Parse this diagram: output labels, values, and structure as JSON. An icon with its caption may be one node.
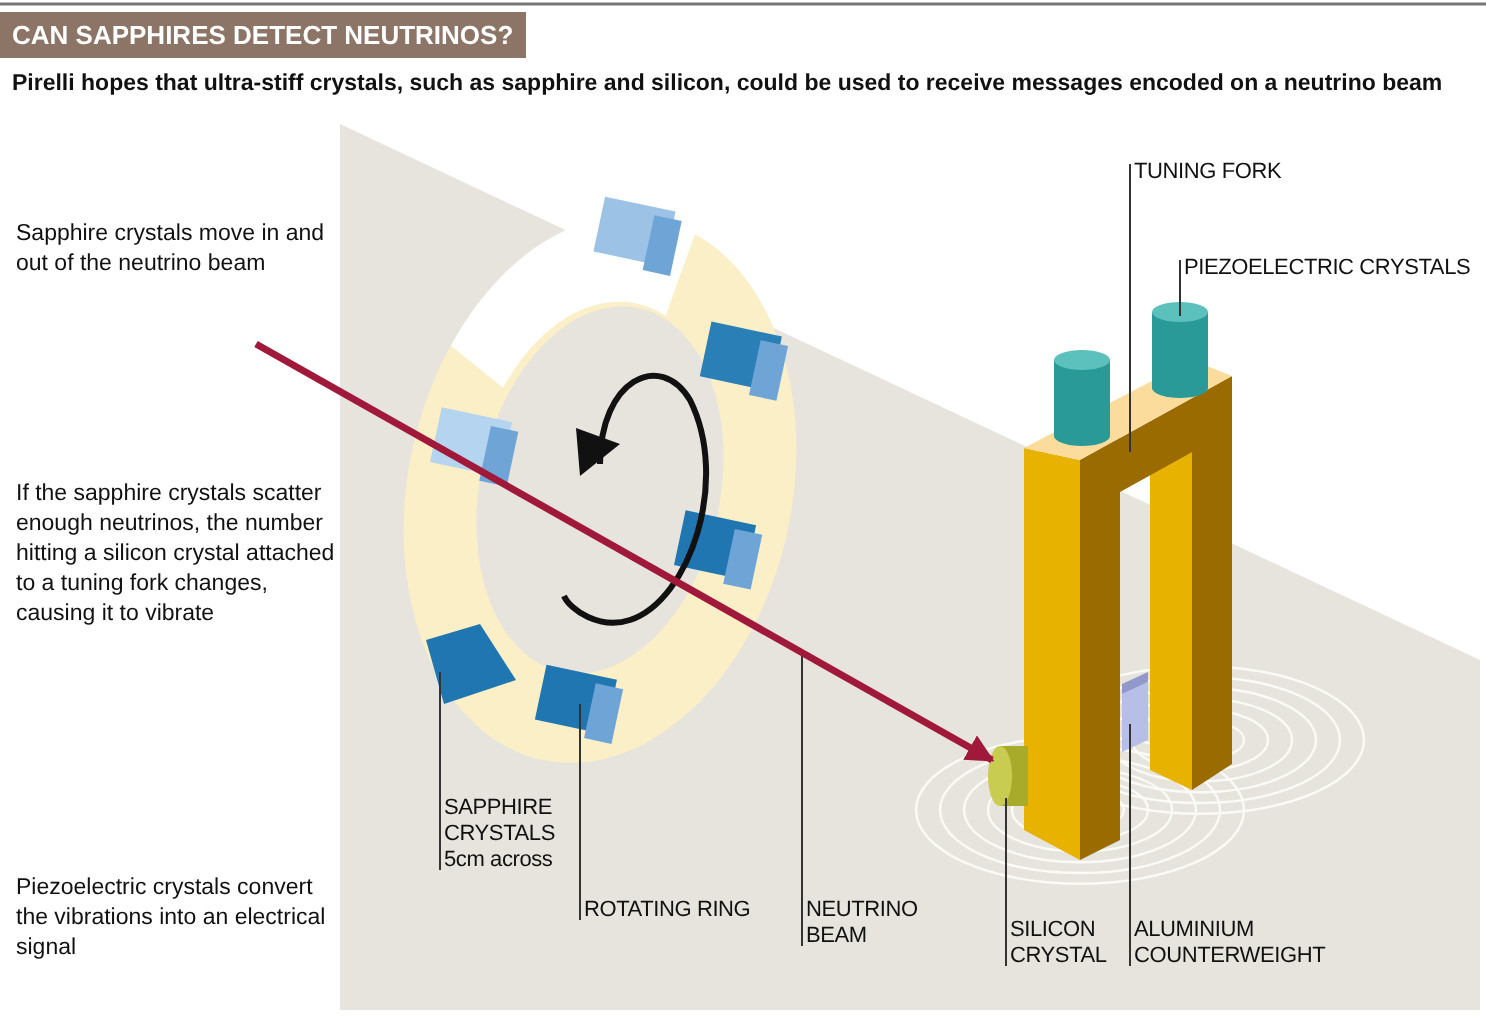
{
  "diagram": {
    "title": "CAN SAPPHIRES DETECT NEUTRINOS?",
    "caption": "Pirelli hopes that ultra-stiff crystals, such as sapphire and silicon, could be used to receive messages encoded on a neutrino beam",
    "nodes": [
      {
        "text": [
          "TUNING FORK"
        ]
      },
      {
        "text": [
          "PIEZOELECTRIC CRYSTALS"
        ]
      },
      {
        "text": [],
        "shape": "cylinder",
        "in": 4
      },
      {
        "text": [],
        "shape": "cylinder"
      },
      {
        "text": [],
        "shape": "fork"
      },
      {
        "text": [],
        "shape": "ring"
      },
      {
        "text": [],
        "shape": "box",
        "in": 5
      },
      {
        "text": [],
        "shape": "cylinder"
      },
      {
        "text": [],
        "shape": "box",
        "in": 4
      },
      {
        "text": [
          "SAPPHIRE CRYSTALS 5cm across"
        ]
      },
      {
        "text": [
          "ROTATING RING"
        ]
      },
      {
        "text": [
          "NEUTRINO BEAM"
        ]
      },
      {
        "text": [
          "SILICON CRYSTAL"
        ]
      },
      {
        "text": [
          "ALUMINIUM COUNTERWEIGHT"
        ]
      }
    ],
    "edges": [
      {
        "from": 0,
        "to": 4,
        "arrow": "none"
      },
      {
        "from": 1,
        "to": 3,
        "arrow": "none"
      },
      {
        "from": 9,
        "to": 6,
        "arrow": "none"
      },
      {
        "from": 10,
        "to": 5,
        "arrow": "none"
      },
      {
        "from": 11,
        "to": null,
        "arrow": "none"
      },
      {
        "from": 12,
        "to": 7,
        "arrow": "none"
      },
      {
        "from": 13,
        "to": 8,
        "arrow": "none"
      },
      {
        "from": null,
        "to": 7,
        "arrow": "to",
        "style": "thick",
        "color": "#a0183a"
      }
    ],
    "labels": [
      "Sapphire crystals move in and out of the neutrino beam",
      "If the sapphire crystals scatter enough neutrinos, the number hitting a silicon crystal attached to a tuning fork changes, causing it to vibrate",
      "Piezoelectric crystals convert the vibrations into an electrical signal"
    ]
  }
}
